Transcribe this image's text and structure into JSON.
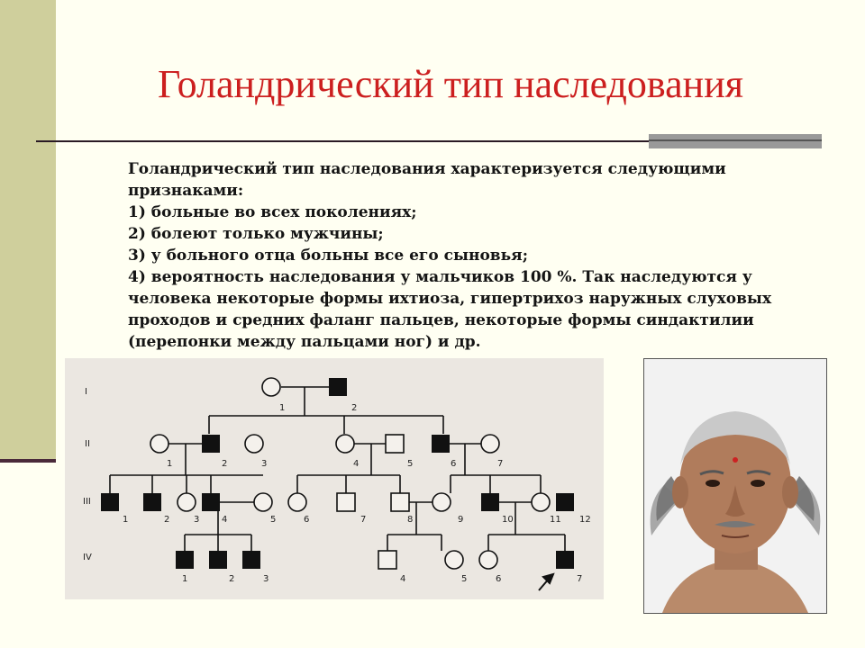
{
  "slide": {
    "title": "Голандрический тип наследования",
    "paragraph_intro": "Голандрический тип наследования характеризуется следующими признаками:",
    "items": [
      "1) больные во всех поколениях;",
      "2) болеют только мужчины;",
      "3) у больного отца больны все его сыновья;",
      "4) вероятность наследования у мальчиков 100 %. Так наследуются у человека некоторые формы ихтиоза, гипертрихоз наружных слуховых проходов и средних фаланг пальцев, некоторые формы синдактилии (перепонки между пальцами ног) и др."
    ]
  },
  "pedigree": {
    "generations": [
      "I",
      "II",
      "III",
      "IV"
    ],
    "gen1": {
      "labels": [
        "1",
        "2"
      ]
    },
    "gen2": {
      "labels": [
        "1",
        "2",
        "3",
        "4",
        "5",
        "6",
        "7"
      ]
    },
    "gen3": {
      "labels": [
        "1",
        "2",
        "3",
        "4",
        "5",
        "6",
        "7",
        "8",
        "9",
        "10",
        "11",
        "12"
      ]
    },
    "gen4": {
      "labels": [
        "1",
        "2",
        "3",
        "4",
        "5",
        "6",
        "7"
      ]
    },
    "legend": {
      "affected_male": "filled-square",
      "unaffected_male": "open-square",
      "female": "open-circle",
      "proband": "arrow"
    }
  },
  "photo": {
    "icon": "portrait-man-hairy-ears"
  },
  "colors": {
    "title": "#cc1f1f",
    "background": "#fffff2",
    "side_band": "#cfcf9c"
  }
}
